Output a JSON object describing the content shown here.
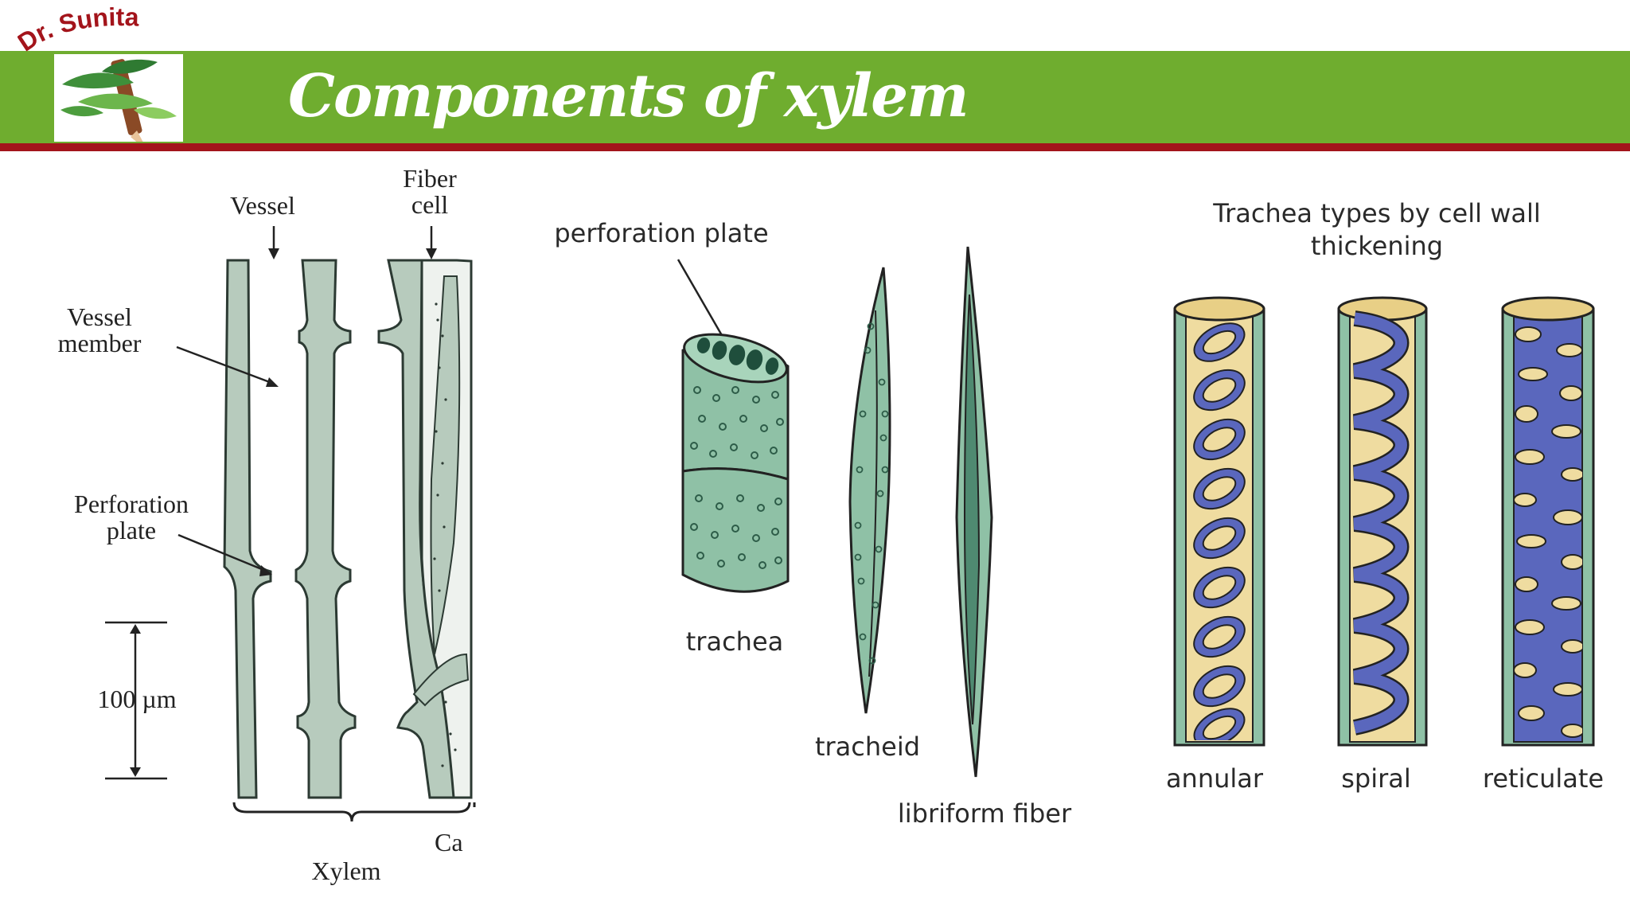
{
  "brand": {
    "name": "Dr. Sunita"
  },
  "slide": {
    "title": "Components of xylem"
  },
  "diagram_left": {
    "labels": {
      "vessel": "Vessel",
      "fiber_cell_1": "Fiber",
      "fiber_cell_2": "cell",
      "vessel_member_1": "Vessel",
      "vessel_member_2": "member",
      "perforation_plate_1": "Perforation",
      "perforation_plate_2": "plate",
      "scale": "100 µm",
      "xylem": "Xylem",
      "cut": "Ca"
    }
  },
  "diagram_middle": {
    "labels": {
      "perforation_plate": "perforation plate",
      "trachea": "trachea",
      "tracheid": "tracheid",
      "libriform_fiber": "libriform fiber"
    }
  },
  "diagram_right": {
    "title_line1": "Trachea types by cell wall",
    "title_line2": "thickening",
    "types": [
      "annular",
      "spiral",
      "reticulate"
    ]
  },
  "colors": {
    "header_green": "#6fad2f",
    "header_red": "#a3141b",
    "cell_wall": "#b7cbbd",
    "tissue_green": "#8fc1a6",
    "thickening_blue": "#5a67bd",
    "lumen_tan": "#efdca0"
  }
}
